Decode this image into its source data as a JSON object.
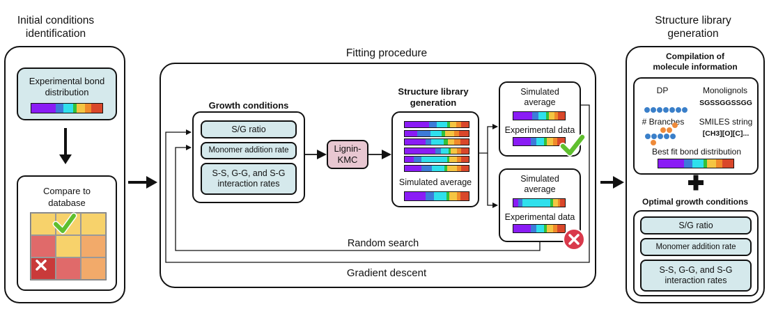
{
  "left": {
    "title_line1": "Initial conditions",
    "title_line2": "identification",
    "exp_box": "Experimental bond distribution",
    "compare_box": "Compare to database"
  },
  "middle": {
    "title": "Fitting procedure",
    "growth_title": "Growth conditions",
    "sg_ratio": "S/G ratio",
    "monomer_rate": "Monomer addition rate",
    "interaction_rates": "S-S, G-G, and S-G interaction rates",
    "lignin_kmc": "Lignin-KMC",
    "lib_title_line1": "Structure library",
    "lib_title_line2": "generation",
    "simulated_average": "Simulated average",
    "result1_sim_line1": "Simulated",
    "result1_sim_line2": "average",
    "result1_exp": "Experimental data",
    "result2_sim_line1": "Simulated",
    "result2_sim_line2": "average",
    "result2_exp": "Experimental data",
    "random_search": "Random search",
    "gradient_descent": "Gradient descent"
  },
  "right": {
    "title_line1": "Structure library",
    "title_line2": "generation",
    "compilation_line1": "Compilation of",
    "compilation_line2": "molecule information",
    "dp": "DP",
    "monolignols": "Monolignols",
    "monolignols_value": "SGSSGGSSGG",
    "branches": "# Branches",
    "smiles": "SMILES string",
    "smiles_value": "[CH3][O][C]...",
    "best_fit": "Best fit bond distribution",
    "optimal_title": "Optimal growth conditions",
    "sg_ratio": "S/G ratio",
    "monomer_rate": "Monomer addition rate",
    "interaction_rates": "S-S, G-G, and S-G interaction rates"
  },
  "colors": {
    "purple": "#8a1cf5",
    "blue": "#3d7bd9",
    "cyan": "#2fe0ec",
    "green": "#31c13a",
    "yellow": "#f4c542",
    "orange": "#f08a2a",
    "red": "#d9472a",
    "teal_fill": "#d5e9ec",
    "lignin_fill": "#e8c7d1",
    "check_green": "#5fbf2e",
    "cross_red": "#d9394b",
    "grid_yellow": "#f7d26b",
    "grid_red": "#e06a6a",
    "grid_orange": "#f2aa6a",
    "dot_blue": "#3a7fc9",
    "dot_orange": "#ee8a3a"
  },
  "icons": [
    "check-icon",
    "cross-icon",
    "plus-icon",
    "arrow-icon"
  ]
}
